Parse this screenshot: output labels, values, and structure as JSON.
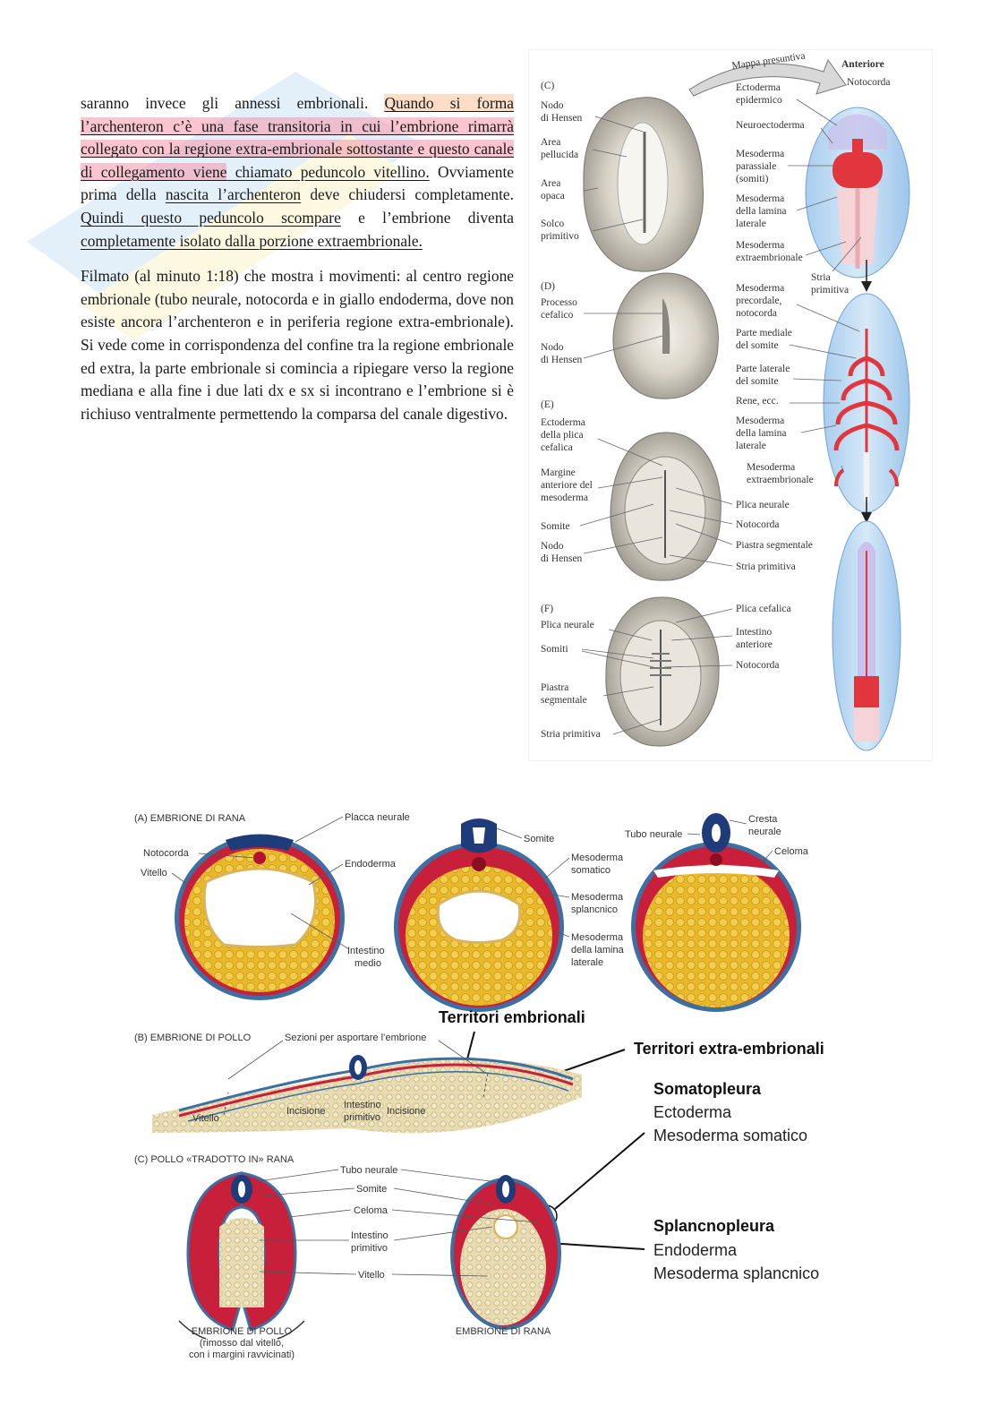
{
  "paragraphs": {
    "p1": {
      "a": "saranno invece gli annessi embrionali. ",
      "b": "Quando si forma ",
      "c": "l’archenteron c’è una fase transitoria in cui l’embrione rimarrà collegato con la regione extra-embrionale sottostante e questo canale di collegamento viene",
      "d": " chiamato peduncolo vitellino.",
      "e": " Ovviamente prima della ",
      "f": "nascita l’archenteron",
      "g": " deve chiudersi completamente. ",
      "h": "Quindi questo peduncolo scompare",
      "i": " e l’embrione diventa ",
      "j": "completamente isolato dalla porzione extraembrionale."
    },
    "p2": "Filmato (al minuto 1:18) che mostra i movimenti: al centro regione embrionale (tubo neurale, notocorda e in giallo endoderma, dove non esiste ancora l’archenteron e in periferia regione extra-embrionale). Si vede come in corrispondenza del confine tra la regione embrionale ed extra, la parte embrionale si comincia a ripiegare verso la regione mediana e alla fine i due lati dx e sx si incontrano e l’embrione si è richiuso ventralmente permettendo la comparsa del canale digestivo."
  },
  "fig1": {
    "arrow_label": "Mappa presuntiva",
    "anteriore": "Anteriore",
    "notocorda_top": "Notocorda",
    "C": {
      "letter": "(C)",
      "left": [
        "Nodo",
        "di Hensen",
        "Area",
        "pellucida",
        "Area",
        "opaca",
        "Solco",
        "primitivo"
      ],
      "right": [
        "Ectoderma",
        "epidermico",
        "Neuroectoderma",
        "Mesoderma",
        "parassiale",
        "(somiti)",
        "Mesoderma",
        "della lamina",
        "laterale",
        "Mesoderma",
        "extraembrionale"
      ],
      "stria": [
        "Stria",
        "primitiva"
      ]
    },
    "D": {
      "letter": "(D)",
      "left": [
        "Processo",
        "cefalico",
        "Nodo",
        "di Hensen"
      ],
      "right": [
        "Mesoderma",
        "precordale,",
        "notocorda",
        "Parte mediale",
        "del somite",
        "Parte laterale",
        "del somite",
        "Rene, ecc.",
        "Mesoderma",
        "della lamina",
        "laterale",
        "Mesoderma",
        "extraembrionale"
      ]
    },
    "E": {
      "letter": "(E)",
      "left": [
        "Ectoderma",
        "della plica",
        "cefalica",
        "Margine",
        "anteriore del",
        "mesoderma",
        "Somite",
        "Nodo",
        "di Hensen"
      ],
      "right": [
        "Plica neurale",
        "Notocorda",
        "Piastra segmentale",
        "Stria primitiva"
      ]
    },
    "F": {
      "letter": "(F)",
      "left": [
        "Plica neurale",
        "Somiti",
        "Piastra",
        "segmentale",
        "Stria primitiva"
      ],
      "right": [
        "Plica cefalica",
        "Intestino",
        "anteriore",
        "Notocorda"
      ]
    }
  },
  "fig2": {
    "A_title": "(A) EMBRIONE DI RANA",
    "A_labels": [
      "Placca neurale",
      "Notocorda",
      "Vitello",
      "Endoderma",
      "Intestino",
      "medio",
      "Somite",
      "Mesoderma",
      "somatico",
      "Mesoderma",
      "splancnico",
      "Mesoderma",
      "della lamina",
      "laterale",
      "Tubo neurale",
      "Cresta",
      "neurale",
      "Celoma"
    ],
    "territori_embrionali": "Territori embrionali",
    "territori_extra": "Territori extra-embrionali",
    "B_title": "(B) EMBRIONE DI POLLO",
    "B_labels": [
      "Sezioni per asportare l’embrione",
      "Vitello",
      "Incisione",
      "Intestino",
      "primitivo",
      "Incisione"
    ],
    "somatopleura": "Somatopleura",
    "somatopleura_items": [
      "Ectoderma",
      "Mesoderma somatico"
    ],
    "splancnopleura": "Splancnopleura",
    "splancnopleura_items": [
      "Endoderma",
      "Mesoderma splancnico"
    ],
    "C_title": "(C) POLLO «TRADOTTO IN» RANA",
    "C_labels": [
      "Tubo neurale",
      "Somite",
      "Celoma",
      "Intestino",
      "primitivo",
      "Vitello"
    ],
    "pollo_caption": [
      "EMBRIONE DI POLLO",
      "(rimosso dal vitello,",
      "con i margini ravvicinati)"
    ],
    "rana_caption": "EMBRIONE DI RANA"
  }
}
